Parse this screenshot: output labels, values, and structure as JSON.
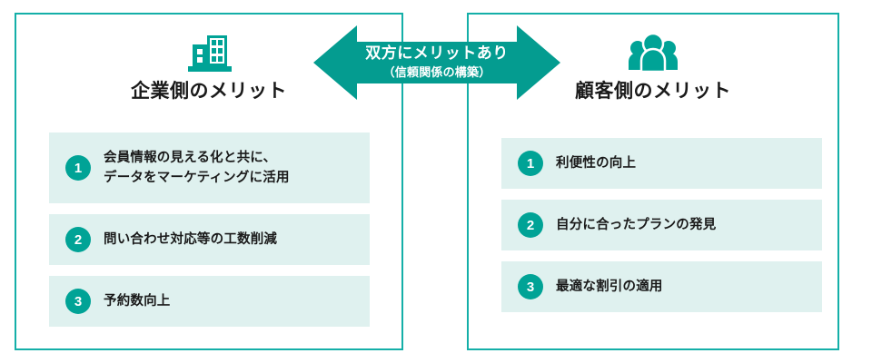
{
  "theme": {
    "accent": "#00A396",
    "border": "#14AFA8",
    "item_bg": "#DFF1EF",
    "text": "#1a1a1a",
    "on_accent": "#ffffff",
    "page_bg": "#ffffff"
  },
  "center_arrow": {
    "icon": "double-headed-arrow-icon",
    "main_label": "双方にメリットあり",
    "sub_label": "（信頼関係の構築）"
  },
  "panels": [
    {
      "id": "company",
      "icon": "office-building-icon",
      "title": "企業側のメリット",
      "items": [
        {
          "number": "1",
          "line1": "会員情報の見える化と共に、",
          "line2": "データをマーケティングに活用"
        },
        {
          "number": "2",
          "line1": "問い合わせ対応等の工数削減",
          "line2": ""
        },
        {
          "number": "3",
          "line1": "予約数向上",
          "line2": ""
        }
      ]
    },
    {
      "id": "customer",
      "icon": "people-group-icon",
      "title": "顧客側のメリット",
      "items": [
        {
          "number": "1",
          "line1": "利便性の向上",
          "line2": ""
        },
        {
          "number": "2",
          "line1": "自分に合ったプランの発見",
          "line2": ""
        },
        {
          "number": "3",
          "line1": "最適な割引の適用",
          "line2": ""
        }
      ]
    }
  ]
}
